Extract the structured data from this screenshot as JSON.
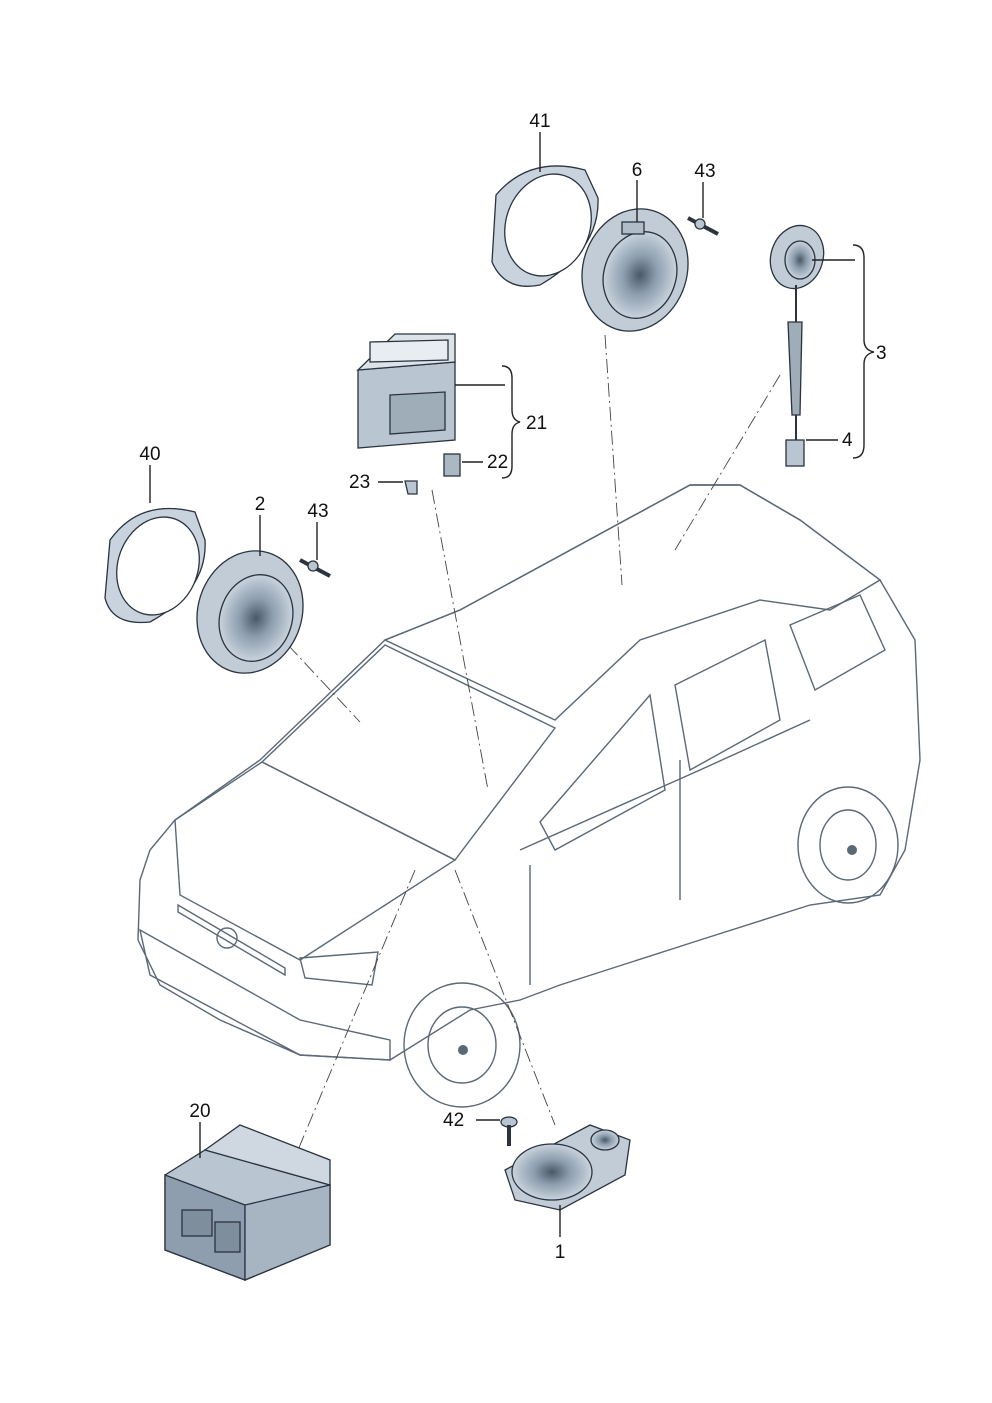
{
  "diagram": {
    "accent_colors": {
      "part_fill": "#b9c6d2",
      "part_shadow": "#7f8e9c",
      "car_body": "#dfe6ec",
      "glass": "#c2ced8",
      "outline": "#2a3340"
    },
    "callouts": {
      "c1": "1",
      "c2": "2",
      "c3": "3",
      "c4": "4",
      "c6": "6",
      "c20": "20",
      "c21": "21",
      "c22": "22",
      "c23": "23",
      "c40": "40",
      "c41": "41",
      "c42": "42",
      "c43a": "43",
      "c43b": "43"
    }
  }
}
